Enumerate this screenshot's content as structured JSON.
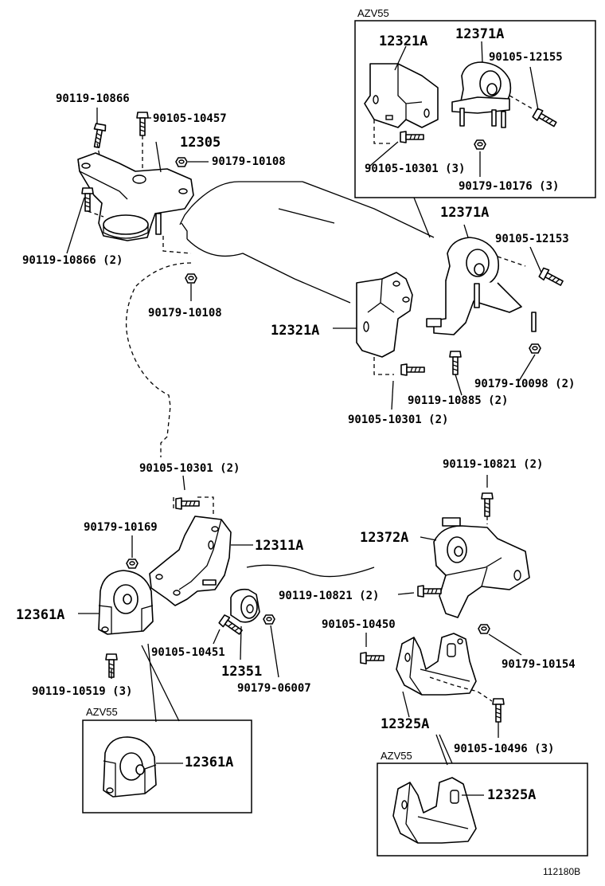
{
  "inset_top": {
    "variant": "AZV55",
    "p1": "12321A",
    "p2": "12371A",
    "p3": "90105-12155",
    "p4": "90105-10301 (3)",
    "p5": "90179-10176 (3)"
  },
  "upper_left": {
    "p1": "90119-10866",
    "p2": "90105-10457",
    "p3": "12305",
    "p4": "90179-10108",
    "p5": "90119-10866 (2)",
    "p6": "90179-10108"
  },
  "upper_right": {
    "p1": "12371A",
    "p2": "90105-12153",
    "p3": "12321A",
    "p4": "90179-10098 (2)",
    "p5": "90119-10885 (2)",
    "p6": "90105-10301 (2)"
  },
  "lower_left": {
    "p1": "90105-10301 (2)",
    "p2": "90179-10169",
    "p3": "12311A",
    "p4": "12361A",
    "p5": "90105-10451",
    "p6": "12351",
    "p7": "90179-06007",
    "p8": "90119-10519 (3)"
  },
  "inset_left": {
    "variant": "AZV55",
    "p1": "12361A"
  },
  "lower_right": {
    "p1": "90119-10821 (2)",
    "p2": "12372A",
    "p3": "90119-10821 (2)",
    "p4": "90105-10450",
    "p5": "90179-10154",
    "p6": "12325A",
    "p7": "90105-10496 (3)"
  },
  "inset_right": {
    "variant": "AZV55",
    "p1": "12325A"
  },
  "figure_number": "112180B",
  "icons": [
    "bolt-icon",
    "nut-icon",
    "engine-mount-icon",
    "bracket-icon",
    "insulator-icon"
  ]
}
